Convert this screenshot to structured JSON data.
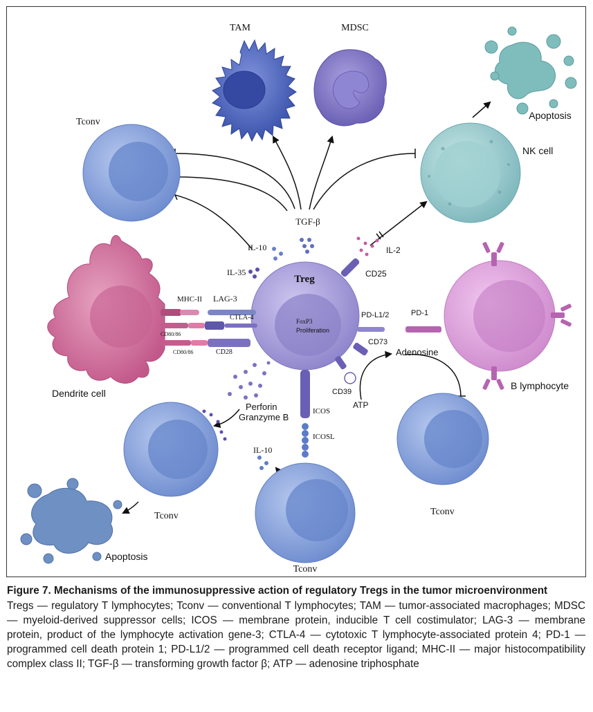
{
  "cells": {
    "treg": "Treg",
    "tam": "TAM",
    "mdsc": "MDSC",
    "tconv_top": "Tconv",
    "nk_cell": "NK cell",
    "apoptosis_top": "Apoptosis",
    "dendrite_cell": "Dendrite cell",
    "b_lymphocyte": "B lymphocyte",
    "tconv_bottom_left": "Tconv",
    "apoptosis_bottom": "Apoptosis",
    "tconv_bottom_center": "Tconv",
    "tconv_bottom_right": "Tconv"
  },
  "molecules": {
    "tgf_beta": "TGF-β",
    "il10_top": "IL-10",
    "il35": "IL-35",
    "il2": "IL-2",
    "cd25": "CD25",
    "mhc2": "MHC-II",
    "lag3": "LAG-3",
    "ctla4": "CTLA-4",
    "cd80_86_a": "CD80/86",
    "cd80_86_b": "CD80/86",
    "cd28": "CD28",
    "foxp3": "FoxP3",
    "proliferation": "Proliferation",
    "pdl1_2": "PD-L1/2",
    "pd1": "PD-1",
    "cd73": "CD73",
    "adenosine": "Adenosine",
    "cd39": "CD39",
    "atp": "ATP",
    "perforin": "Perforin",
    "granzyme": "Granzyme B",
    "icos": "ICOS",
    "icosl": "ICOSL",
    "il10_bottom": "IL-10"
  },
  "colors": {
    "tconv": "#7b98d4",
    "tconv_nucleus": "#5f7fc6",
    "treg": "#9c92d4",
    "tam": "#4a61b8",
    "mdsc": "#7b72c0",
    "nk": "#8ec5c9",
    "dendritic": "#cc6f95",
    "b_cell": "#d99ad6",
    "apoptotic_top": "#78b7b7",
    "apoptotic_bottom": "#6d8fbf"
  },
  "caption": {
    "title": "Figure 7. Mechanisms of the immunosuppressive action of regulatory Tregs in the tumor microenvironment",
    "text": "Tregs — regulatory T lymphocytes; Tconv — conventional T lymphocytes; TAM — tumor-associated macrophages; MDSC — myeloid-derived suppressor cells; ICOS — membrane protein, inducible T cell costimulator; LAG-3 — membrane protein, product of the lymphocyte activation gene-3; CTLA-4 — cytotoxic T lymphocyte-associated protein 4; PD-1 — programmed cell death protein 1; PD-L1/2 — programmed cell death receptor ligand; MHC-II — major histocompatibility complex class II; TGF-β — transforming growth factor β; ATP — adenosine triphosphate"
  }
}
